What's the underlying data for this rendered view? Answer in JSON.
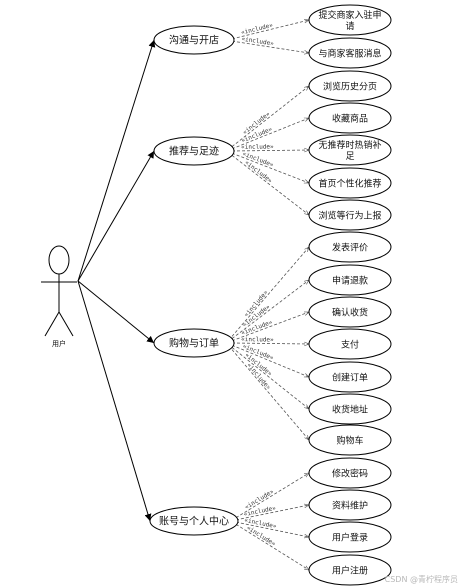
{
  "actor": {
    "label": "用户"
  },
  "include_label": "«include»",
  "groups": [
    {
      "label": "沟通与开店",
      "children": [
        [
          "提交商家入驻申",
          "请"
        ],
        [
          "与商家客服消息"
        ]
      ]
    },
    {
      "label": "推荐与足迹",
      "children": [
        [
          "浏览历史分页"
        ],
        [
          "收藏商品"
        ],
        [
          "无推荐时热销补",
          "足"
        ],
        [
          "首页个性化推荐"
        ],
        [
          "浏览等行为上报"
        ]
      ]
    },
    {
      "label": "购物与订单",
      "children": [
        [
          "发表评价"
        ],
        [
          "申请退款"
        ],
        [
          "确认收货"
        ],
        [
          "支付"
        ],
        [
          "创建订单"
        ],
        [
          "收货地址"
        ],
        [
          "购物车"
        ]
      ]
    },
    {
      "label": "账号与个人中心",
      "children": [
        [
          "修改密码"
        ],
        [
          "资料维护"
        ],
        [
          "用户登录"
        ],
        [
          "用户注册"
        ]
      ]
    }
  ],
  "watermark": "CSDN @青柠程序员"
}
